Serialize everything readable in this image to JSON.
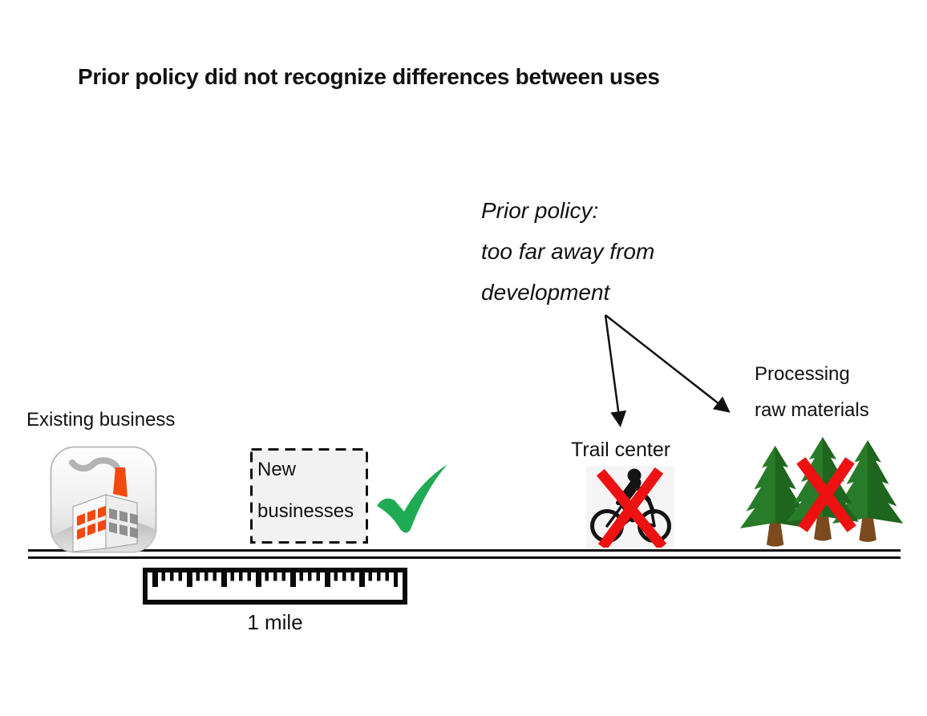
{
  "slide": {
    "title": "Prior policy did not recognize differences between uses",
    "annotation_lines": [
      "Prior policy:",
      "too far away from",
      "development"
    ],
    "labels": {
      "existing_business": "Existing business",
      "new_businesses_line1": "New",
      "new_businesses_line2": "businesses",
      "trail_center": "Trail center",
      "processing_line1": "Processing",
      "processing_line2": "raw materials",
      "scale": "1 mile"
    },
    "icons": {
      "factory": "factory-icon",
      "cyclist": "cyclist-icon",
      "pine_trees": "pine-trees-icon",
      "checkmark": "green-checkmark-icon",
      "red_x": "red-x-icon",
      "ruler": "ruler-icon",
      "arrows": "annotation-arrows"
    },
    "colors": {
      "check_green": "#1FAB53",
      "cross_red": "#EE1111",
      "tree_green": "#1E651E",
      "tree_green_light": "#2E8B2E",
      "trunk_brown": "#7B4A1E",
      "factory_orange": "#F4490C",
      "text": "#111111",
      "background": "#FFFFFF"
    }
  }
}
